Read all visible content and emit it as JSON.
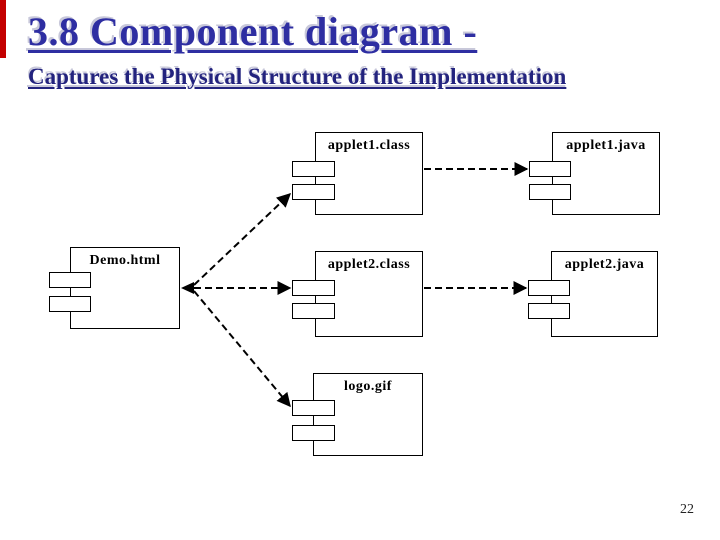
{
  "slide": {
    "title": "3.8 Component diagram -",
    "subtitle": "Captures the Physical Structure of the Implementation",
    "page_number": "22"
  },
  "colors": {
    "title_blue": "#2e2ea2",
    "subtitle_blue": "#23237e",
    "title_shadow": "#c8c8da",
    "accent_red": "#c40000",
    "diagram_line": "#000000",
    "background": "#ffffff"
  },
  "diagram": {
    "type": "uml-component-diagram",
    "components": {
      "demo": {
        "label": "Demo.html"
      },
      "applet1_class": {
        "label": "applet1.class"
      },
      "applet1_java": {
        "label": "applet1.java"
      },
      "applet2_class": {
        "label": "applet2.class"
      },
      "applet2_java": {
        "label": "applet2.java"
      },
      "logo": {
        "label": "logo.gif"
      }
    },
    "dependencies": [
      {
        "from": "demo",
        "to": "applet1_class",
        "style": "dashed-arrow"
      },
      {
        "from": "demo",
        "to": "applet2_class",
        "style": "dashed-arrow"
      },
      {
        "from": "demo",
        "to": "logo",
        "style": "dashed-arrow"
      },
      {
        "from": "applet1_class",
        "to": "applet1_java",
        "style": "dashed-arrow"
      },
      {
        "from": "applet2_class",
        "to": "applet2_java",
        "style": "dashed-arrow"
      }
    ]
  }
}
